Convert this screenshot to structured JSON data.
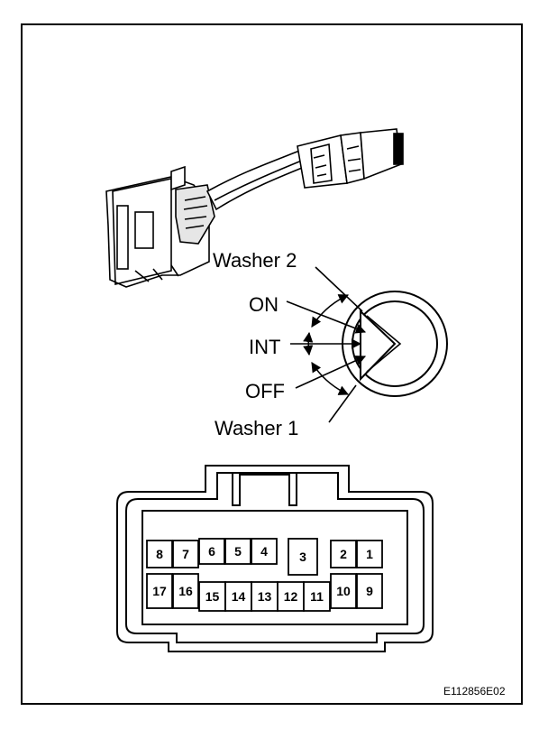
{
  "labels": {
    "washer2": "Washer 2",
    "on": "ON",
    "int": "INT",
    "off": "OFF",
    "washer1": "Washer 1"
  },
  "connector": {
    "top_row": [
      "8",
      "7",
      "6",
      "5",
      "4",
      "3",
      "2",
      "1"
    ],
    "bottom_row": [
      "17",
      "16",
      "15",
      "14",
      "13",
      "12",
      "11",
      "10",
      "9"
    ]
  },
  "figure_code": "E112856E02"
}
